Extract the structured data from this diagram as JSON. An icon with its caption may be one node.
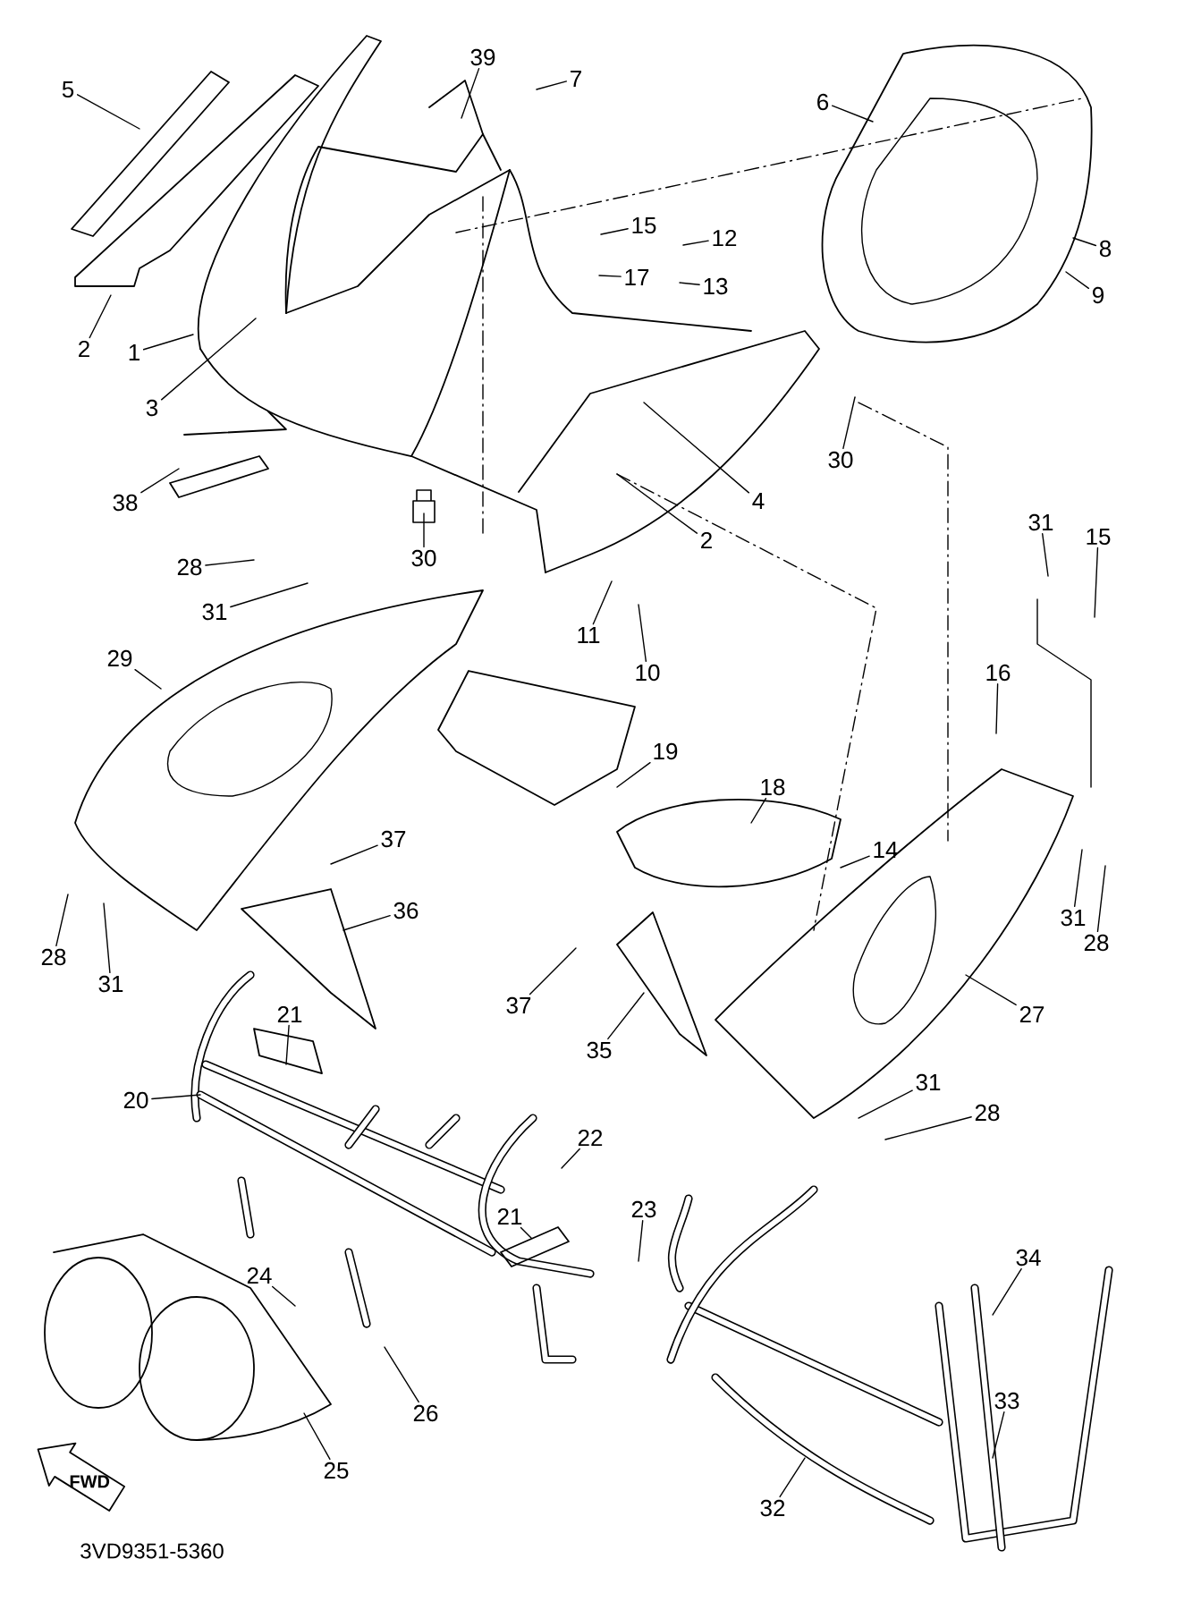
{
  "diagram": {
    "nodes": [
      {
        "text": [
          "5"
        ]
      },
      {
        "text": [
          "39"
        ]
      },
      {
        "text": [
          "7"
        ]
      },
      {
        "text": [
          "6"
        ]
      },
      {
        "text": [
          "15"
        ]
      },
      {
        "text": [
          "12"
        ]
      },
      {
        "text": [
          "8"
        ]
      },
      {
        "text": [
          "17"
        ]
      },
      {
        "text": [
          "13"
        ]
      },
      {
        "text": [
          "9"
        ]
      },
      {
        "text": [
          "2"
        ]
      },
      {
        "text": [
          "1"
        ]
      },
      {
        "text": [
          "3"
        ]
      },
      {
        "text": [
          "30"
        ]
      },
      {
        "text": [
          "38"
        ]
      },
      {
        "text": [
          "4"
        ]
      },
      {
        "text": [
          "31"
        ]
      },
      {
        "text": [
          "2"
        ]
      },
      {
        "text": [
          "15"
        ]
      },
      {
        "text": [
          "30"
        ]
      },
      {
        "text": [
          "28"
        ]
      },
      {
        "text": [
          "31"
        ]
      },
      {
        "text": [
          "11"
        ]
      },
      {
        "text": [
          "29"
        ]
      },
      {
        "text": [
          "10"
        ]
      },
      {
        "text": [
          "16"
        ]
      },
      {
        "text": [
          "19"
        ]
      },
      {
        "text": [
          "18"
        ]
      },
      {
        "text": [
          "37"
        ]
      },
      {
        "text": [
          "14"
        ]
      },
      {
        "text": [
          "36"
        ]
      },
      {
        "text": [
          "31"
        ]
      },
      {
        "text": [
          "28"
        ]
      },
      {
        "text": [
          "28"
        ]
      },
      {
        "text": [
          "31"
        ]
      },
      {
        "text": [
          "37"
        ]
      },
      {
        "text": [
          "21"
        ]
      },
      {
        "text": [
          "27"
        ]
      },
      {
        "text": [
          "35"
        ]
      },
      {
        "text": [
          "31"
        ]
      },
      {
        "text": [
          "20"
        ]
      },
      {
        "text": [
          "28"
        ]
      },
      {
        "text": [
          "22"
        ]
      },
      {
        "text": [
          "23"
        ]
      },
      {
        "text": [
          "21"
        ]
      },
      {
        "text": [
          "34"
        ]
      },
      {
        "text": [
          "24"
        ]
      },
      {
        "text": [
          "33"
        ]
      },
      {
        "text": [
          "26"
        ]
      },
      {
        "text": [
          "25"
        ]
      },
      {
        "text": [
          "32"
        ]
      },
      {
        "text": [
          "FWD"
        ]
      }
    ],
    "edges": [
      {
        "from": 0,
        "to": null,
        "arrow": "none"
      },
      {
        "from": 1,
        "to": null,
        "arrow": "none"
      },
      {
        "from": 2,
        "to": null,
        "arrow": "none"
      },
      {
        "from": 3,
        "to": null,
        "arrow": "none"
      },
      {
        "from": 4,
        "to": null,
        "arrow": "none"
      },
      {
        "from": 5,
        "to": null,
        "arrow": "none"
      },
      {
        "from": 6,
        "to": null,
        "arrow": "none"
      },
      {
        "from": 7,
        "to": null,
        "arrow": "none"
      },
      {
        "from": 8,
        "to": null,
        "arrow": "none"
      },
      {
        "from": 9,
        "to": null,
        "arrow": "none"
      },
      {
        "from": 10,
        "to": null,
        "arrow": "none"
      },
      {
        "from": 11,
        "to": null,
        "arrow": "none"
      },
      {
        "from": 12,
        "to": null,
        "arrow": "none"
      },
      {
        "from": 13,
        "to": null,
        "arrow": "none"
      },
      {
        "from": 14,
        "to": null,
        "arrow": "none"
      },
      {
        "from": 15,
        "to": null,
        "arrow": "none"
      },
      {
        "from": 16,
        "to": null,
        "arrow": "none"
      },
      {
        "from": 17,
        "to": null,
        "arrow": "none"
      },
      {
        "from": 18,
        "to": null,
        "arrow": "none"
      },
      {
        "from": 19,
        "to": null,
        "arrow": "none"
      },
      {
        "from": 20,
        "to": null,
        "arrow": "none"
      },
      {
        "from": 21,
        "to": null,
        "arrow": "none"
      },
      {
        "from": 22,
        "to": null,
        "arrow": "none"
      },
      {
        "from": 23,
        "to": null,
        "arrow": "none"
      },
      {
        "from": 24,
        "to": null,
        "arrow": "none"
      },
      {
        "from": 25,
        "to": null,
        "arrow": "none"
      },
      {
        "from": 26,
        "to": null,
        "arrow": "none"
      },
      {
        "from": 27,
        "to": null,
        "arrow": "none"
      },
      {
        "from": 28,
        "to": null,
        "arrow": "none"
      },
      {
        "from": 29,
        "to": null,
        "arrow": "none"
      },
      {
        "from": 30,
        "to": null,
        "arrow": "none"
      },
      {
        "from": 31,
        "to": null,
        "arrow": "none"
      },
      {
        "from": 32,
        "to": null,
        "arrow": "none"
      },
      {
        "from": 33,
        "to": null,
        "arrow": "none"
      },
      {
        "from": 34,
        "to": null,
        "arrow": "none"
      },
      {
        "from": 35,
        "to": null,
        "arrow": "none"
      },
      {
        "from": 36,
        "to": null,
        "arrow": "none"
      },
      {
        "from": 37,
        "to": null,
        "arrow": "none"
      },
      {
        "from": 38,
        "to": null,
        "arrow": "none"
      },
      {
        "from": 39,
        "to": null,
        "arrow": "none"
      },
      {
        "from": 40,
        "to": null,
        "arrow": "none"
      },
      {
        "from": 41,
        "to": null,
        "arrow": "none"
      },
      {
        "from": 42,
        "to": null,
        "arrow": "none"
      },
      {
        "from": 43,
        "to": null,
        "arrow": "none"
      },
      {
        "from": 44,
        "to": null,
        "arrow": "none"
      },
      {
        "from": 45,
        "to": null,
        "arrow": "none"
      },
      {
        "from": 46,
        "to": null,
        "arrow": "none"
      },
      {
        "from": 47,
        "to": null,
        "arrow": "none"
      },
      {
        "from": 48,
        "to": null,
        "arrow": "none"
      },
      {
        "from": 49,
        "to": null,
        "arrow": "none"
      },
      {
        "from": 50,
        "to": null,
        "arrow": "none"
      }
    ],
    "labels": [
      "3VD9351-5360"
    ]
  }
}
